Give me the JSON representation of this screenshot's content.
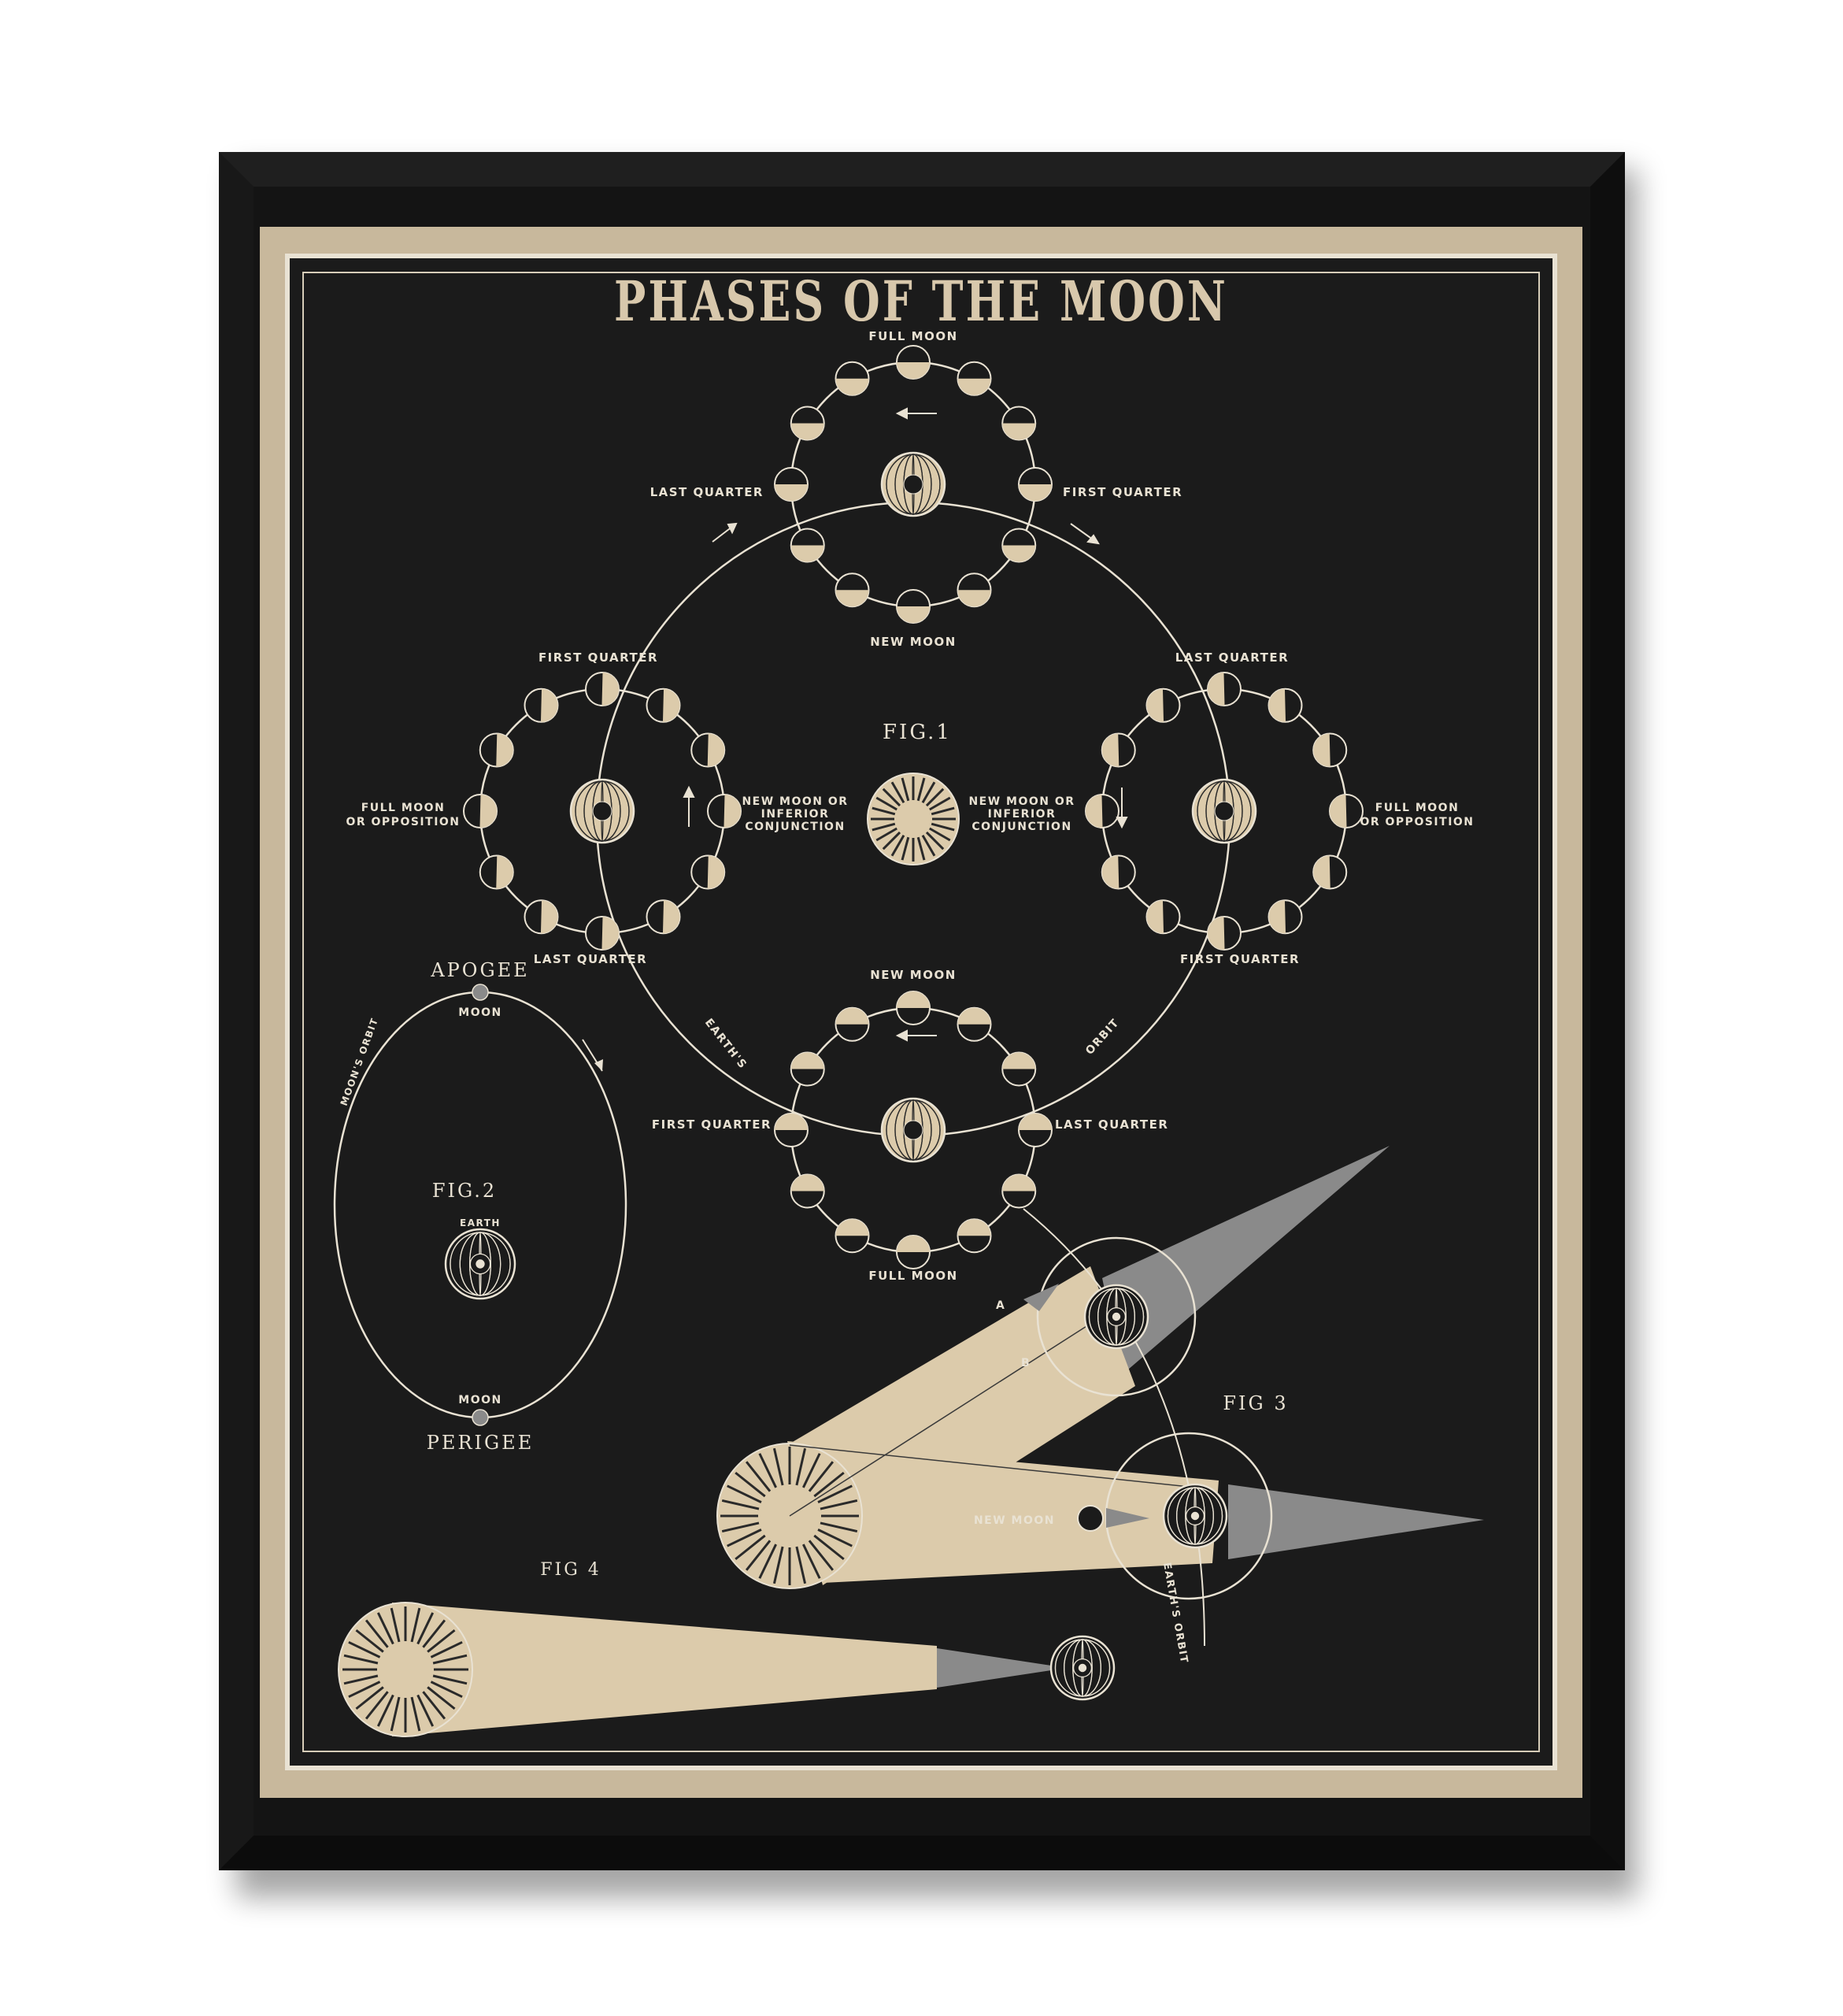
{
  "poster": {
    "title": "PHASES OF THE MOON",
    "colors": {
      "frame": "#141414",
      "mat": "#c8b89c",
      "sheet": "#1b1b1b",
      "ink": "#e9e2d3",
      "moon_fill": "#dccbab",
      "shadow_cone": "#8a8a8a"
    }
  },
  "fig1": {
    "label": "FIG.1",
    "orbit_labels": {
      "earths": "EARTH'S",
      "orbit": "ORBIT"
    },
    "top": {
      "full_moon": "FULL MOON",
      "new_moon": "NEW MOON",
      "last_quarter": "LAST QUARTER",
      "first_quarter": "FIRST QUARTER"
    },
    "left": {
      "first_quarter": "FIRST QUARTER",
      "last_quarter": "LAST QUARTER",
      "full_line1": "FULL MOON",
      "full_line2": "OR OPPOSITION",
      "new_line1": "NEW MOON OR",
      "new_line2": "INFERIOR",
      "new_line3": "CONJUNCTION"
    },
    "right": {
      "last_quarter": "LAST QUARTER",
      "first_quarter": "FIRST QUARTER",
      "full_line1": "FULL MOON",
      "full_line2": "OR OPPOSITION",
      "new_line1": "NEW MOON OR",
      "new_line2": "INFERIOR",
      "new_line3": "CONJUNCTION"
    },
    "bottom": {
      "new_moon": "NEW MOON",
      "full_moon": "FULL MOON",
      "first_quarter": "FIRST QUARTER",
      "last_quarter": "LAST QUARTER"
    }
  },
  "fig2": {
    "label": "FIG.2",
    "apogee": "APOGEE",
    "perigee": "PERIGEE",
    "moon_top": "MOON",
    "moon_bottom": "MOON",
    "earth": "EARTH",
    "orbit": "MOON'S ORBIT"
  },
  "fig3": {
    "label": "FIG 3",
    "new_moon": "NEW MOON",
    "orbit": "EARTH'S ORBIT",
    "point_a": "A",
    "point_b": "B"
  },
  "fig4": {
    "label": "FIG 4"
  }
}
